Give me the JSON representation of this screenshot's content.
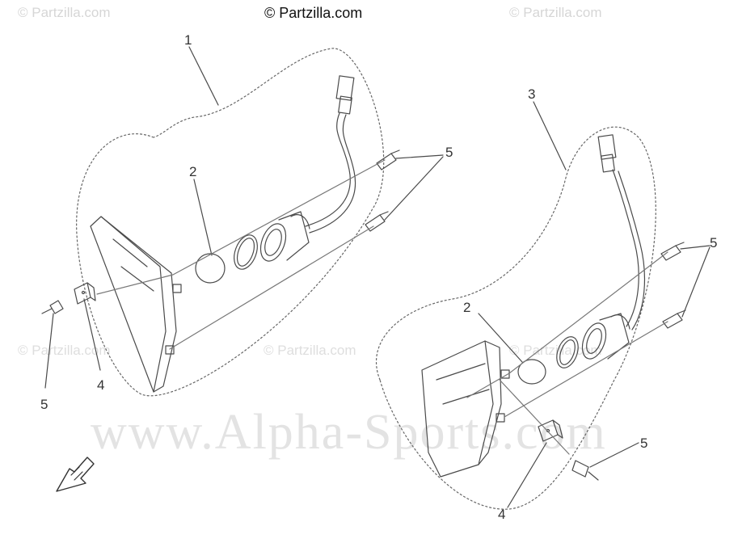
{
  "header": {
    "credit": "© Partzilla.com",
    "watermark_left": "© Partzilla.com",
    "watermark_right": "© Partzilla.com"
  },
  "watermarks": {
    "mid_left": "© Partzilla.com",
    "mid_center": "© Partzilla.com",
    "mid_right": "© Partzilla.com",
    "large": "www.Alpha-Sports.com"
  },
  "callouts": {
    "left_housing": "1",
    "left_bulb": "2",
    "left_screws_top": "5",
    "left_clip": "4",
    "left_screw_bottom": "5",
    "right_housing": "3",
    "right_bulb": "2",
    "right_screws": "5",
    "right_screw_bottom": "5",
    "right_clip": "4"
  },
  "colors": {
    "line": "#4a4a4a",
    "watermark": "#dcdcdc"
  },
  "icons": {
    "direction_arrow": "front-direction-arrow-icon"
  }
}
